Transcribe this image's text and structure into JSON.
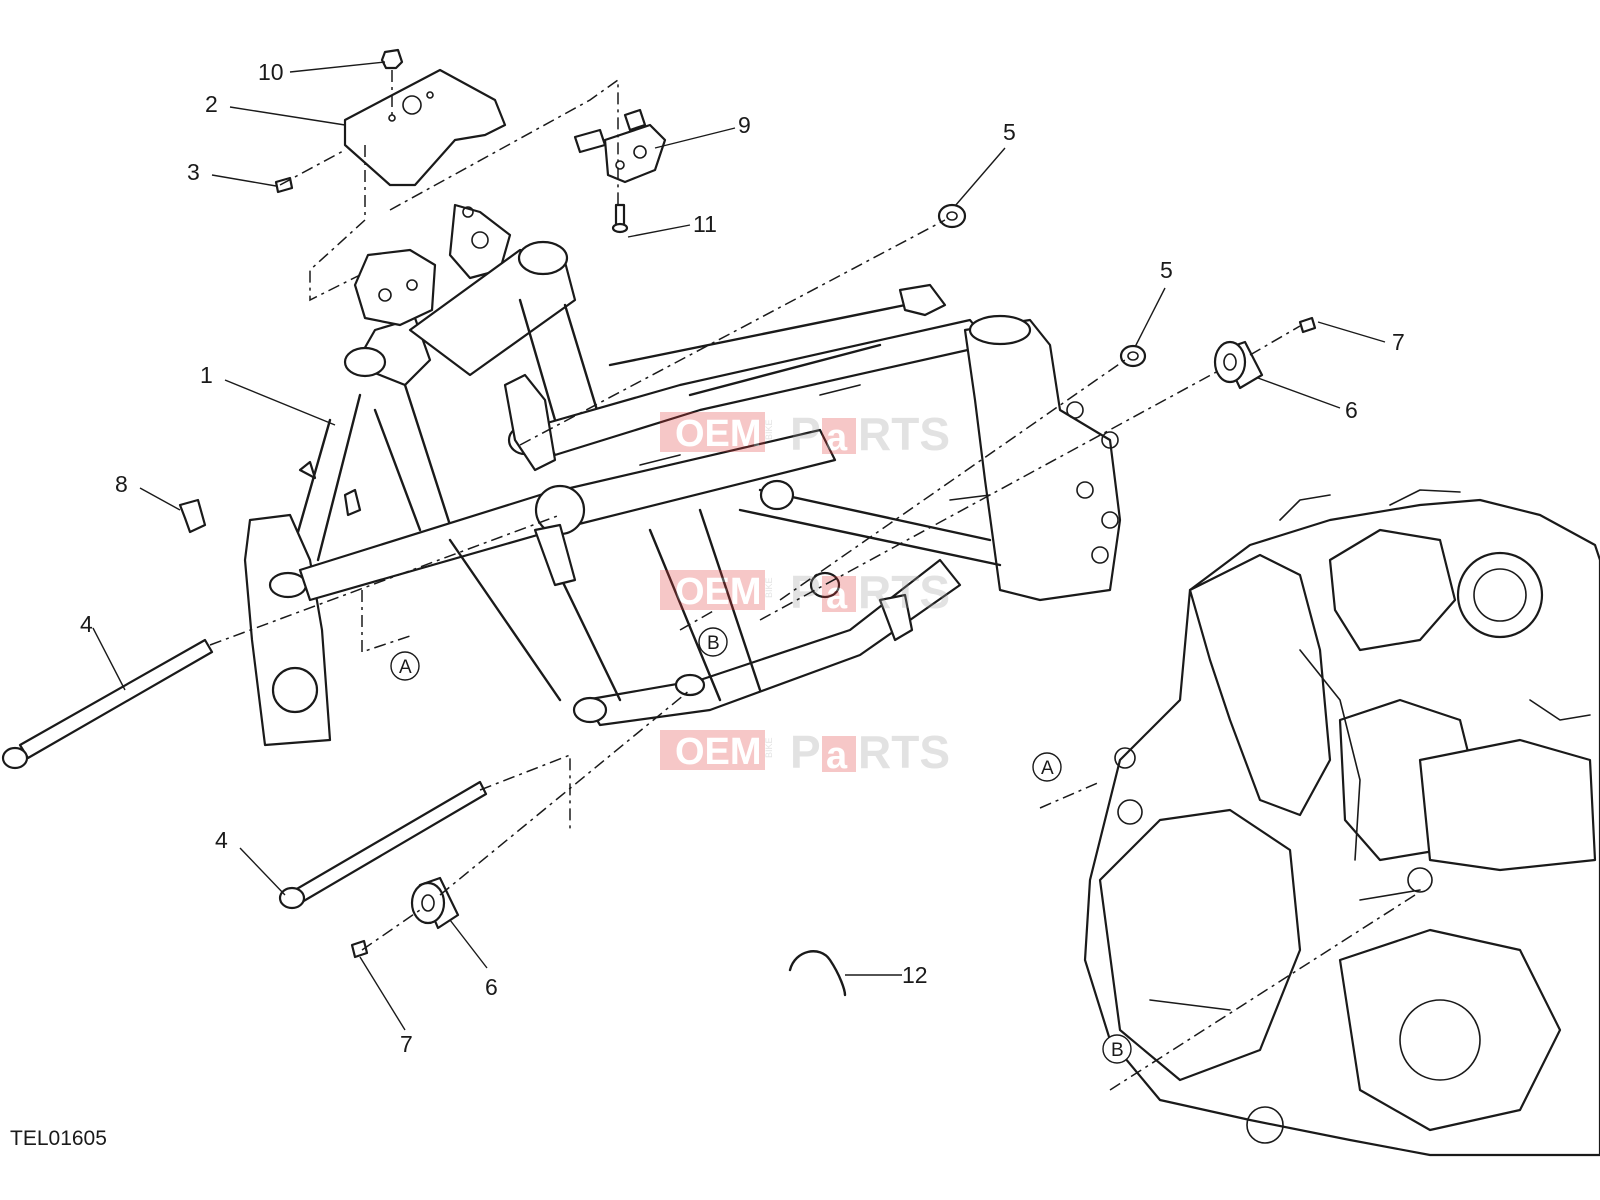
{
  "diagram": {
    "drawing_code": "TEL01605",
    "callouts": [
      "10",
      "2",
      "3",
      "9",
      "5",
      "11",
      "5",
      "7",
      "1",
      "6",
      "8",
      "4",
      "4",
      "6",
      "7",
      "12"
    ],
    "refs": [
      "A",
      "B",
      "A",
      "B"
    ],
    "watermark": {
      "oem": "OEM",
      "bike": "BIKE",
      "p": "P",
      "a": "a",
      "rts": "RTS",
      "color": "#e23b3b"
    }
  }
}
